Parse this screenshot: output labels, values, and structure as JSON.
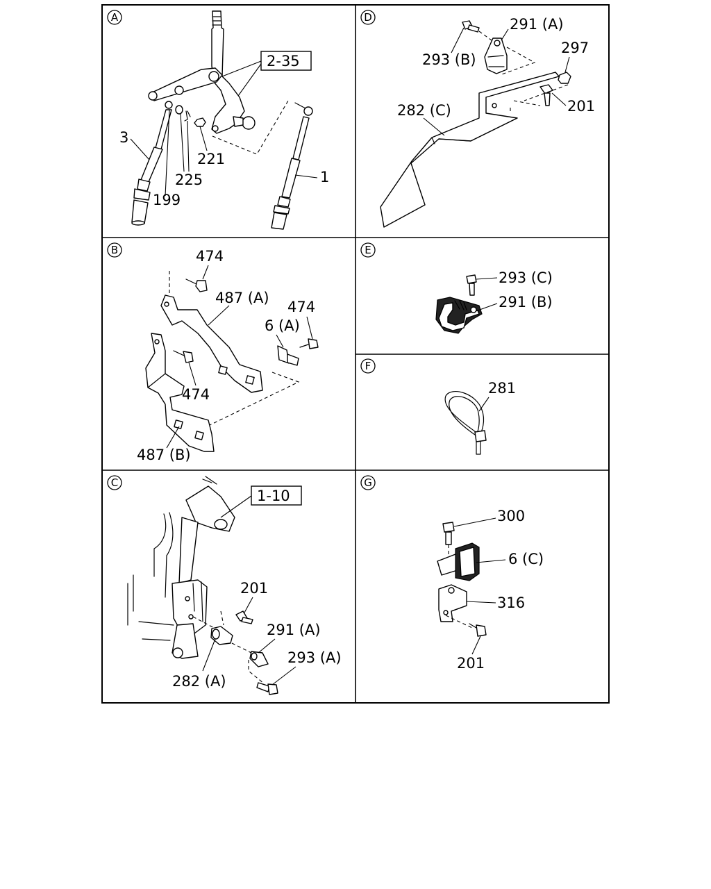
{
  "panels": [
    {
      "id": "A",
      "labels": {
        "ref": "2-35",
        "l3": "3",
        "l199": "199",
        "l225": "225",
        "l221": "221",
        "l1": "1"
      }
    },
    {
      "id": "D",
      "labels": {
        "a": "291 (A)",
        "b": "293 (B)",
        "c": "297",
        "d": "282 (C)",
        "e": "201"
      }
    },
    {
      "id": "B",
      "labels": {
        "a": "474",
        "b": "487 (A)",
        "c": "474",
        "d": "6 (A)",
        "e": "474",
        "f": "487 (B)"
      }
    },
    {
      "id": "E",
      "labels": {
        "a": "293 (C)",
        "b": "291 (B)"
      }
    },
    {
      "id": "F",
      "labels": {
        "a": "281"
      }
    },
    {
      "id": "C",
      "labels": {
        "ref": "1-10",
        "a": "201",
        "b": "291 (A)",
        "c": "293 (A)",
        "d": "282 (A)"
      }
    },
    {
      "id": "G",
      "labels": {
        "a": "300",
        "b": "6 (C)",
        "c": "316",
        "d": "201"
      }
    }
  ]
}
